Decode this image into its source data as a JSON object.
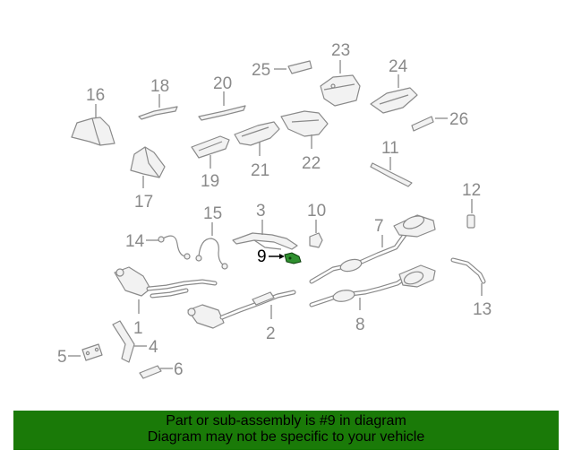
{
  "diagram": {
    "callouts": {
      "c1": "1",
      "c2": "2",
      "c3": "3",
      "c4": "4",
      "c5": "5",
      "c6": "6",
      "c7": "7",
      "c8": "8",
      "c9": "9",
      "c10": "10",
      "c11": "11",
      "c12": "12",
      "c13": "13",
      "c14": "14",
      "c15": "15",
      "c16": "16",
      "c17": "17",
      "c18": "18",
      "c19": "19",
      "c20": "20",
      "c21": "21",
      "c22": "22",
      "c23": "23",
      "c24": "24",
      "c25": "25",
      "c26": "26"
    },
    "highlighted_part": "9",
    "highlight_color": "#2f8f2f"
  },
  "banner": {
    "line1": "Part or sub-assembly is #9 in diagram",
    "line2": "Diagram may not be specific to your vehicle",
    "background": "#1a7a08"
  }
}
